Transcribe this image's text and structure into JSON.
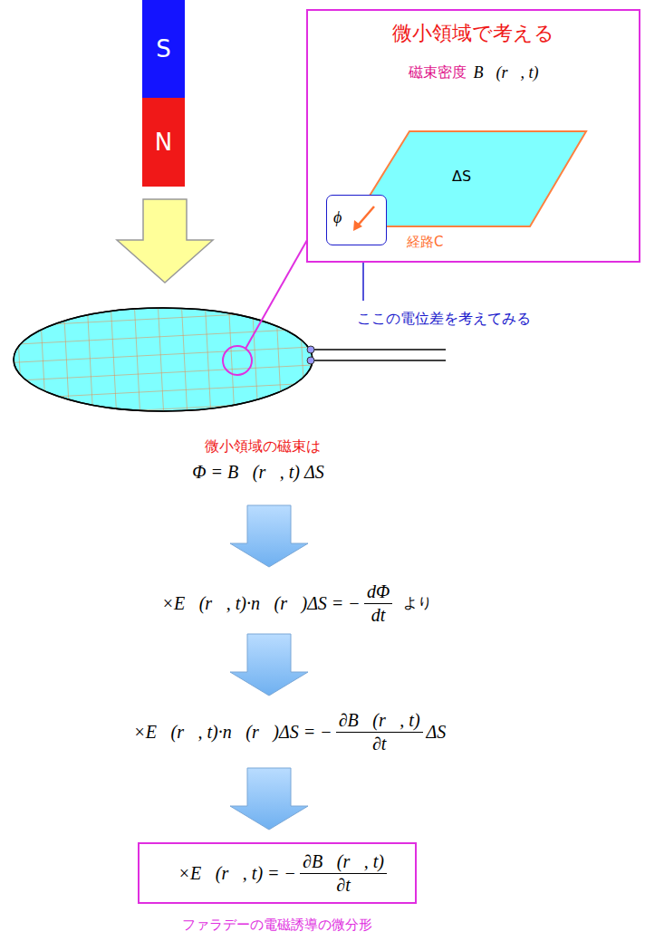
{
  "diagram": {
    "nodes": [
      {
        "text": [
          "S"
        ]
      },
      {
        "text": [
          "N"
        ]
      },
      {
        "text": [
          "微小領域で考える",
          "磁束密度",
          "B⃗(r⃗, t)"
        ]
      },
      {
        "text": [
          "ΔS",
          "経路C"
        ],
        "in": 2
      },
      {
        "text": [
          "ϕ"
        ],
        "in": 2
      },
      {
        "text": [
          "∇×E⃗(r⃗, t) = −",
          "∂B⃗(r⃗, t)",
          "∂t",
          "ファラデーの電磁誘導の微分形"
        ]
      }
    ],
    "labels": [
      "ここの電位差を考えてみる",
      "微小領域の磁束は",
      "Φ = B⃗(r⃗, t) ΔS",
      "∇×E⃗(r⃗, t)·n⃗(r⃗)ΔS = −",
      "dΦ",
      "dt",
      "より",
      "∇×E⃗(r⃗, t)·n⃗(r⃗)ΔS = −",
      "∂B⃗(r⃗, t)",
      "∂t",
      "ΔS"
    ]
  }
}
